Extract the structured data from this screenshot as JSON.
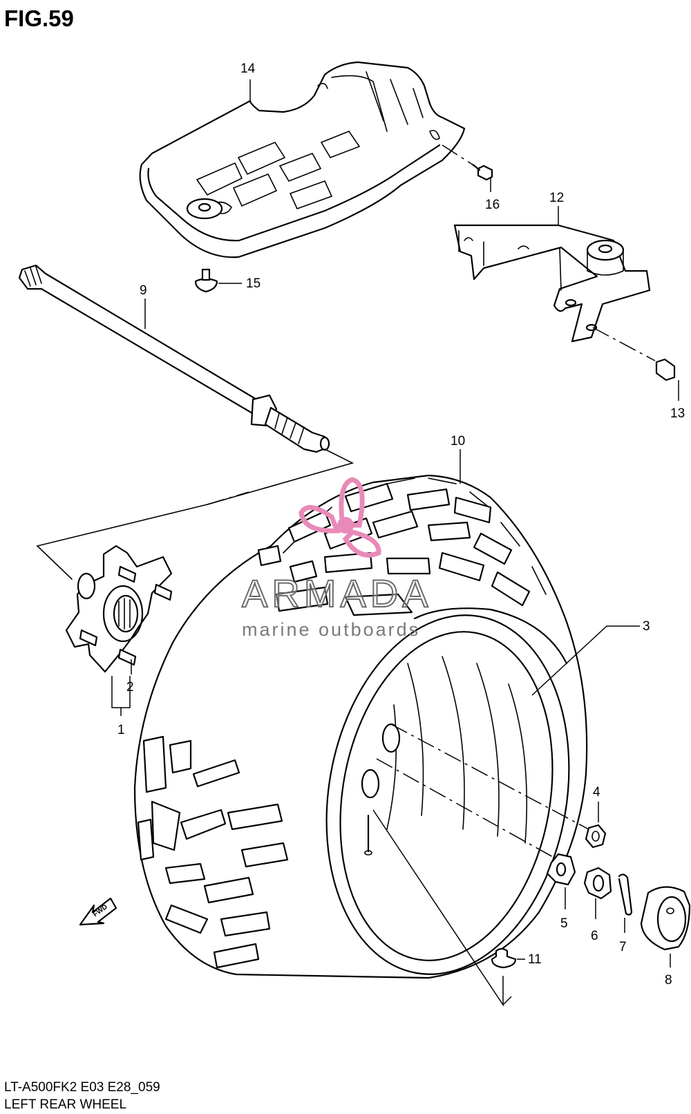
{
  "figure": {
    "title": "FIG.59",
    "model_code": "LT-A500FK2 E03 E28_059",
    "caption": "LEFT REAR WHEEL"
  },
  "callouts": {
    "c1": "1",
    "c2": "2",
    "c3": "3",
    "c4": "4",
    "c5": "5",
    "c6": "6",
    "c7": "7",
    "c8": "8",
    "c9": "9",
    "c10": "10",
    "c11": "11",
    "c12": "12",
    "c13": "13",
    "c14": "14",
    "c15": "15",
    "c16": "16"
  },
  "direction_arrow": {
    "label": "FWD"
  },
  "watermark": {
    "brand": "ARMADA",
    "tagline": "marine outboards",
    "logo_color": "#e88ab8"
  }
}
